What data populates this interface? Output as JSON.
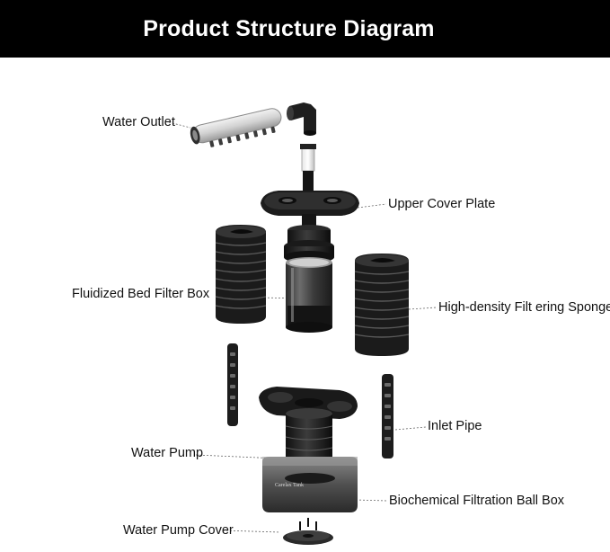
{
  "header": {
    "title": "Product Structure Diagram"
  },
  "labels": {
    "water_outlet": "Water Outlet",
    "upper_cover_plate": "Upper Cover Plate",
    "fluidized_bed_filter_box": "Fluidized Bed Filter Box",
    "high_density_sponge": "High-density Filt ering Sponge",
    "inlet_pipe": "Inlet Pipe",
    "water_pump": "Water Pump",
    "biochemical_ball_box": "Biochemical Filtration Ball Box",
    "water_pump_cover": "Water Pump Cover"
  },
  "brand_mark": "Carelax Tank",
  "colors": {
    "header_bg": "#000000",
    "header_text": "#ffffff",
    "part_dark": "#1e1e1e",
    "part_mid": "#3a3a3a",
    "part_light": "#cfcfcf",
    "leader_line": "#666666"
  }
}
